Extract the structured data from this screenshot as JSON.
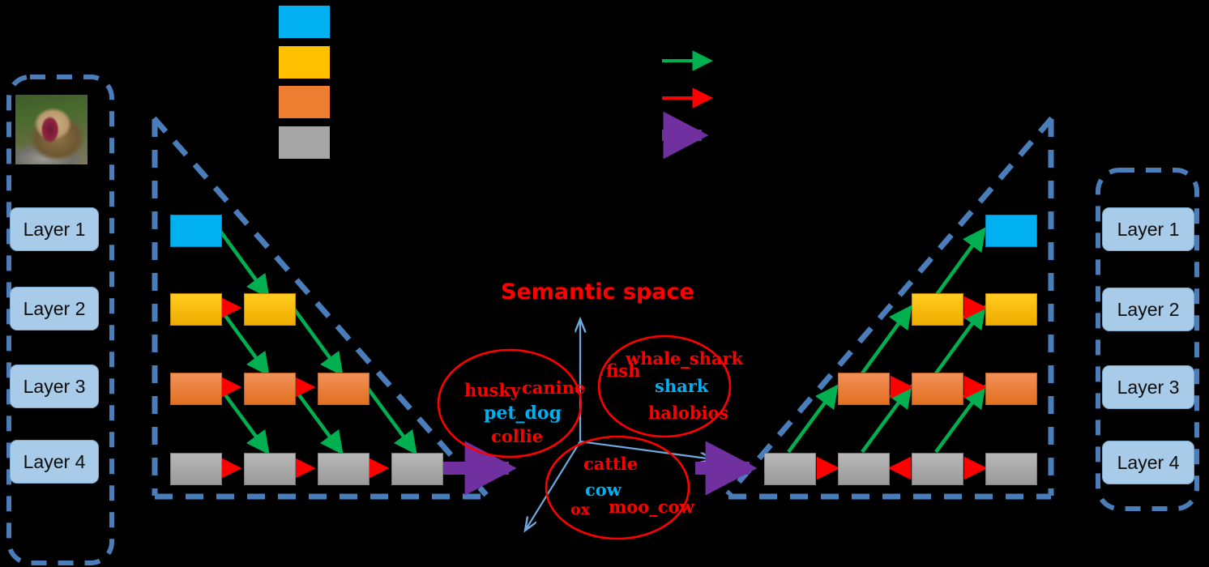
{
  "title": "Hierarchical layer pyramids mapped into a semantic space",
  "colors": {
    "block_level1": "#00b0f0",
    "block_level2": "#ffc000",
    "block_level3": "#ed7d31",
    "block_level4": "#a6a6a6",
    "arrow_green": "#00b050",
    "arrow_red": "#ff0000",
    "arrow_purple": "#7030a0",
    "frame_blue": "#4a7ebb",
    "layer_box_fill": "#a7cbe8",
    "semantic_red": "#ff0000",
    "semantic_cyan": "#00b0f0",
    "axis_blue": "#6fa8dc"
  },
  "left_panel": {
    "name": "input-layer-stack",
    "image_alt": "lion-photo",
    "layers": [
      {
        "label": "Layer 1"
      },
      {
        "label": "Layer 2"
      },
      {
        "label": "Layer 3"
      },
      {
        "label": "Layer 4"
      }
    ]
  },
  "right_panel": {
    "name": "output-layer-stack",
    "layers": [
      {
        "label": "Layer 1"
      },
      {
        "label": "Layer 2"
      },
      {
        "label": "Layer 3"
      },
      {
        "label": "Layer 4"
      }
    ]
  },
  "legend": {
    "swatches": [
      {
        "name": "level-1-swatch",
        "color": "#00b0f0",
        "label": ""
      },
      {
        "name": "level-2-swatch",
        "color": "#ffc000",
        "label": ""
      },
      {
        "name": "level-3-swatch",
        "color": "#ed7d31",
        "label": ""
      },
      {
        "name": "level-4-swatch",
        "color": "#a6a6a6",
        "label": ""
      }
    ],
    "arrows": [
      {
        "name": "green-arrow-legend",
        "color": "#00b050",
        "label": ""
      },
      {
        "name": "red-arrow-legend",
        "color": "#ff0000",
        "label": ""
      },
      {
        "name": "purple-arrow-legend",
        "color": "#7030a0",
        "label": ""
      }
    ]
  },
  "semantic_space": {
    "title": "Semantic space",
    "clusters": [
      {
        "name": "dog-cluster",
        "words": [
          {
            "text": "husky",
            "color": "red"
          },
          {
            "text": "canine",
            "color": "red"
          },
          {
            "text": "pet_dog",
            "color": "cyan"
          },
          {
            "text": "collie",
            "color": "red"
          }
        ]
      },
      {
        "name": "fish-cluster",
        "words": [
          {
            "text": "whale_shark",
            "color": "red"
          },
          {
            "text": "fish",
            "color": "red"
          },
          {
            "text": "shark",
            "color": "cyan"
          },
          {
            "text": "halobios",
            "color": "red"
          }
        ]
      },
      {
        "name": "cattle-cluster",
        "words": [
          {
            "text": "cattle",
            "color": "red"
          },
          {
            "text": "cow",
            "color": "cyan"
          },
          {
            "text": "ox",
            "color": "red"
          },
          {
            "text": "moo_cow",
            "color": "red"
          }
        ]
      }
    ]
  },
  "left_pyramid": {
    "rows": [
      {
        "level": 1,
        "color": "#00b0f0",
        "count": 1
      },
      {
        "level": 2,
        "color": "#ffc000",
        "count": 2
      },
      {
        "level": 3,
        "color": "#ed7d31",
        "count": 3
      },
      {
        "level": 4,
        "color": "#a6a6a6",
        "count": 4
      }
    ]
  },
  "right_pyramid": {
    "rows": [
      {
        "level": 1,
        "color": "#00b0f0",
        "count": 1
      },
      {
        "level": 2,
        "color": "#ffc000",
        "count": 2
      },
      {
        "level": 3,
        "color": "#ed7d31",
        "count": 3
      },
      {
        "level": 4,
        "color": "#a6a6a6",
        "count": 4
      }
    ]
  }
}
